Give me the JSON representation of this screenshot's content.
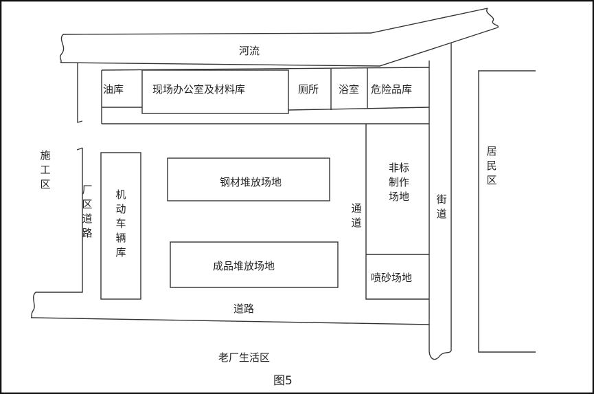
{
  "figure": {
    "caption": "图5",
    "labels": {
      "river": "河流",
      "oil_depot": "油库",
      "site_office": "现场办公室及材料库",
      "toilet": "厕所",
      "bathroom": "浴室",
      "hazardous_store": "危险品库",
      "construction_area": "施工区",
      "plant_road": "厂区道路",
      "vehicle_garage": "机动车辆库",
      "steel_yard": "钢材堆放场地",
      "product_yard": "成品堆放场地",
      "passage": "通道",
      "nonstandard_workshop": "非标制作场地",
      "sandblast_area": "喷砂场地",
      "street": "街道",
      "residential_area": "居民区",
      "road": "道路",
      "old_living_area": "老厂生活区"
    }
  }
}
